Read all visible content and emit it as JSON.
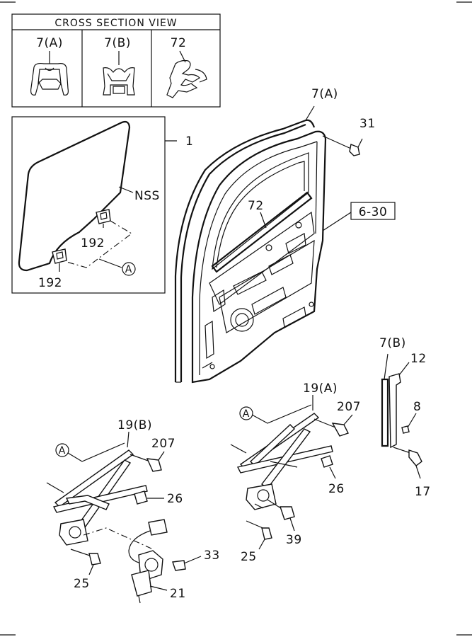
{
  "cross_section": {
    "title": "CROSS SECTION VIEW",
    "cells": [
      "7(A)",
      "7(B)",
      "72"
    ]
  },
  "glass_box": {
    "callout": "1",
    "nss_label": "NSS",
    "clip_upper": "192",
    "clip_lower": "192",
    "ref_circle": "A"
  },
  "door": {
    "weatherstrip": "7(A)",
    "screw": "31",
    "inner_strip": "72",
    "ref_box": "6-30"
  },
  "regulator_a": {
    "title": "19(A)",
    "ref_circle": "A",
    "bolt_top": "207",
    "roller": "26",
    "bolt_bottom": "25",
    "motor_cap": "39"
  },
  "regulator_b": {
    "title": "19(B)",
    "ref_circle": "A",
    "bolt_top": "207",
    "roller": "26",
    "bolt_bottom": "25",
    "screw": "33",
    "motor": "21"
  },
  "channel": {
    "strip": "7(B)",
    "channel": "12",
    "small_screw": "8",
    "bolt": "17"
  }
}
